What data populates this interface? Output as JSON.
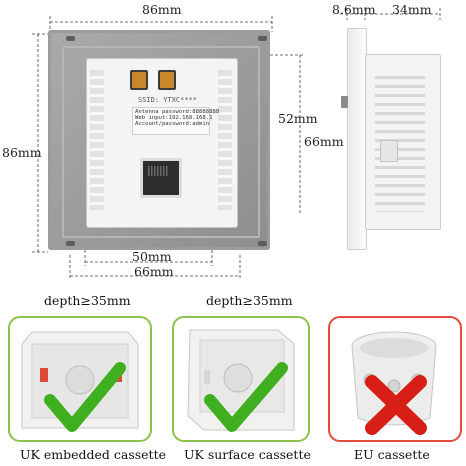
{
  "front_view": {
    "width_label": "86mm",
    "height_label": "86mm",
    "inner_height_label": "52mm",
    "module_height_label": "66mm",
    "module_width_label": "50mm",
    "inner_width_label": "66mm",
    "ssid_text": "SSID: YTXC****",
    "label_lines": [
      "Antenna password:88888888",
      "Web input:192.168.168.1",
      "Account/password:admin"
    ]
  },
  "side_view": {
    "front_depth_label": "8.6mm",
    "back_depth_label": "34mm"
  },
  "cassettes": [
    {
      "depth_label": "depth≥35mm",
      "caption": "UK embedded cassette",
      "compatible": true,
      "border_color": "#8bc34a",
      "mark_color": "#3fae1f"
    },
    {
      "depth_label": "depth≥35mm",
      "caption": "UK surface cassette",
      "compatible": true,
      "border_color": "#8bc34a",
      "mark_color": "#3fae1f"
    },
    {
      "depth_label": "",
      "caption": "EU cassette",
      "compatible": false,
      "border_color": "#e24b3d",
      "mark_color": "#d81f17"
    }
  ]
}
